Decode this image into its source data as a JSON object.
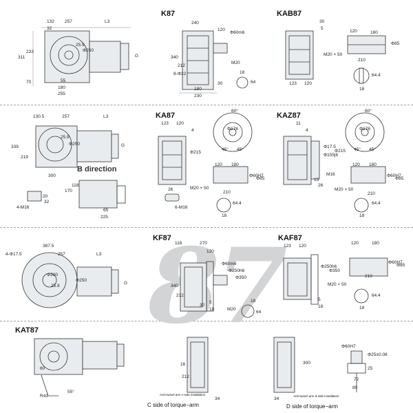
{
  "sections": {
    "k87": {
      "title": "K87",
      "dims": [
        "132",
        "257",
        "L3",
        "32",
        "311",
        "233",
        "70",
        "55",
        "180",
        "255",
        "Φ250",
        "25.9",
        "G",
        "240",
        "120",
        "Φ60m6",
        "340",
        "212",
        "8-Φ22",
        "M20",
        "180",
        "230",
        "18",
        "64",
        "30"
      ]
    },
    "kab87": {
      "title": "KAB87",
      "dims": [
        "30",
        "5",
        "120",
        "180",
        "M20 × 50",
        "210",
        "Φ85",
        "123",
        "120",
        "64.4",
        "18"
      ]
    },
    "ka87": {
      "title": "KA87",
      "side_dims": [
        "130.5",
        "257",
        "L3",
        "339",
        "219",
        "Φ250",
        "25.9",
        "G",
        "300",
        "170",
        "118",
        "65",
        "225",
        "4-M16",
        "32",
        "20"
      ],
      "label_b_direction": "B direction",
      "dims": [
        "123",
        "120",
        "4",
        "Φ215",
        "Φ176",
        "60°",
        "45°",
        "45°",
        "120",
        "180",
        "M20 × 50",
        "210",
        "Φ60H7",
        "Φ85",
        "26",
        "6-M16",
        "64.4",
        "18"
      ]
    },
    "kaz87": {
      "title": "KAZ87",
      "dims": [
        "11",
        "4",
        "Φ17.5",
        "Φ155j6",
        "Φ215",
        "M16",
        "15",
        "26",
        "60°",
        "Φ176",
        "45°",
        "45°",
        "120",
        "180",
        "M20 × 50",
        "210",
        "Φ60H7",
        "Φ85",
        "64.4",
        "18"
      ]
    },
    "kf87": {
      "title": "KF87",
      "side_dims": [
        "4-Φ17.5",
        "387.5",
        "257",
        "L3",
        "Φ300",
        "25.9",
        "Φ250",
        "G"
      ],
      "dims": [
        "116",
        "270",
        "120",
        "Φ60m6",
        "Φ250h6",
        "Φ350",
        "340",
        "212",
        "30",
        "5",
        "18",
        "M20",
        "18",
        "64"
      ]
    },
    "kaf87": {
      "title": "KAF87",
      "dims": [
        "123",
        "120",
        "Φ250h6",
        "Φ350",
        "5",
        "18",
        "120",
        "180",
        "Φ60H7",
        "Φ85",
        "M20 × 50",
        "210",
        "64.4",
        "18"
      ]
    },
    "kat87": {
      "title": "KAT87",
      "dims": [
        "60",
        "R41",
        "55°"
      ],
      "c_side": {
        "dims": [
          "16",
          "212",
          "34"
        ],
        "note": "Anti-swivel arm c-side installation",
        "caption": "C side of torque−arm"
      },
      "d_side": {
        "dims": [
          "300",
          "34"
        ],
        "note": "Anti-swivel arm d-side installation",
        "caption": "D side of torque−arm"
      },
      "arm_dims": [
        "Φ60H7",
        "Φ25±0.08",
        "25",
        "72",
        "80"
      ]
    },
    "watermark": "87"
  }
}
